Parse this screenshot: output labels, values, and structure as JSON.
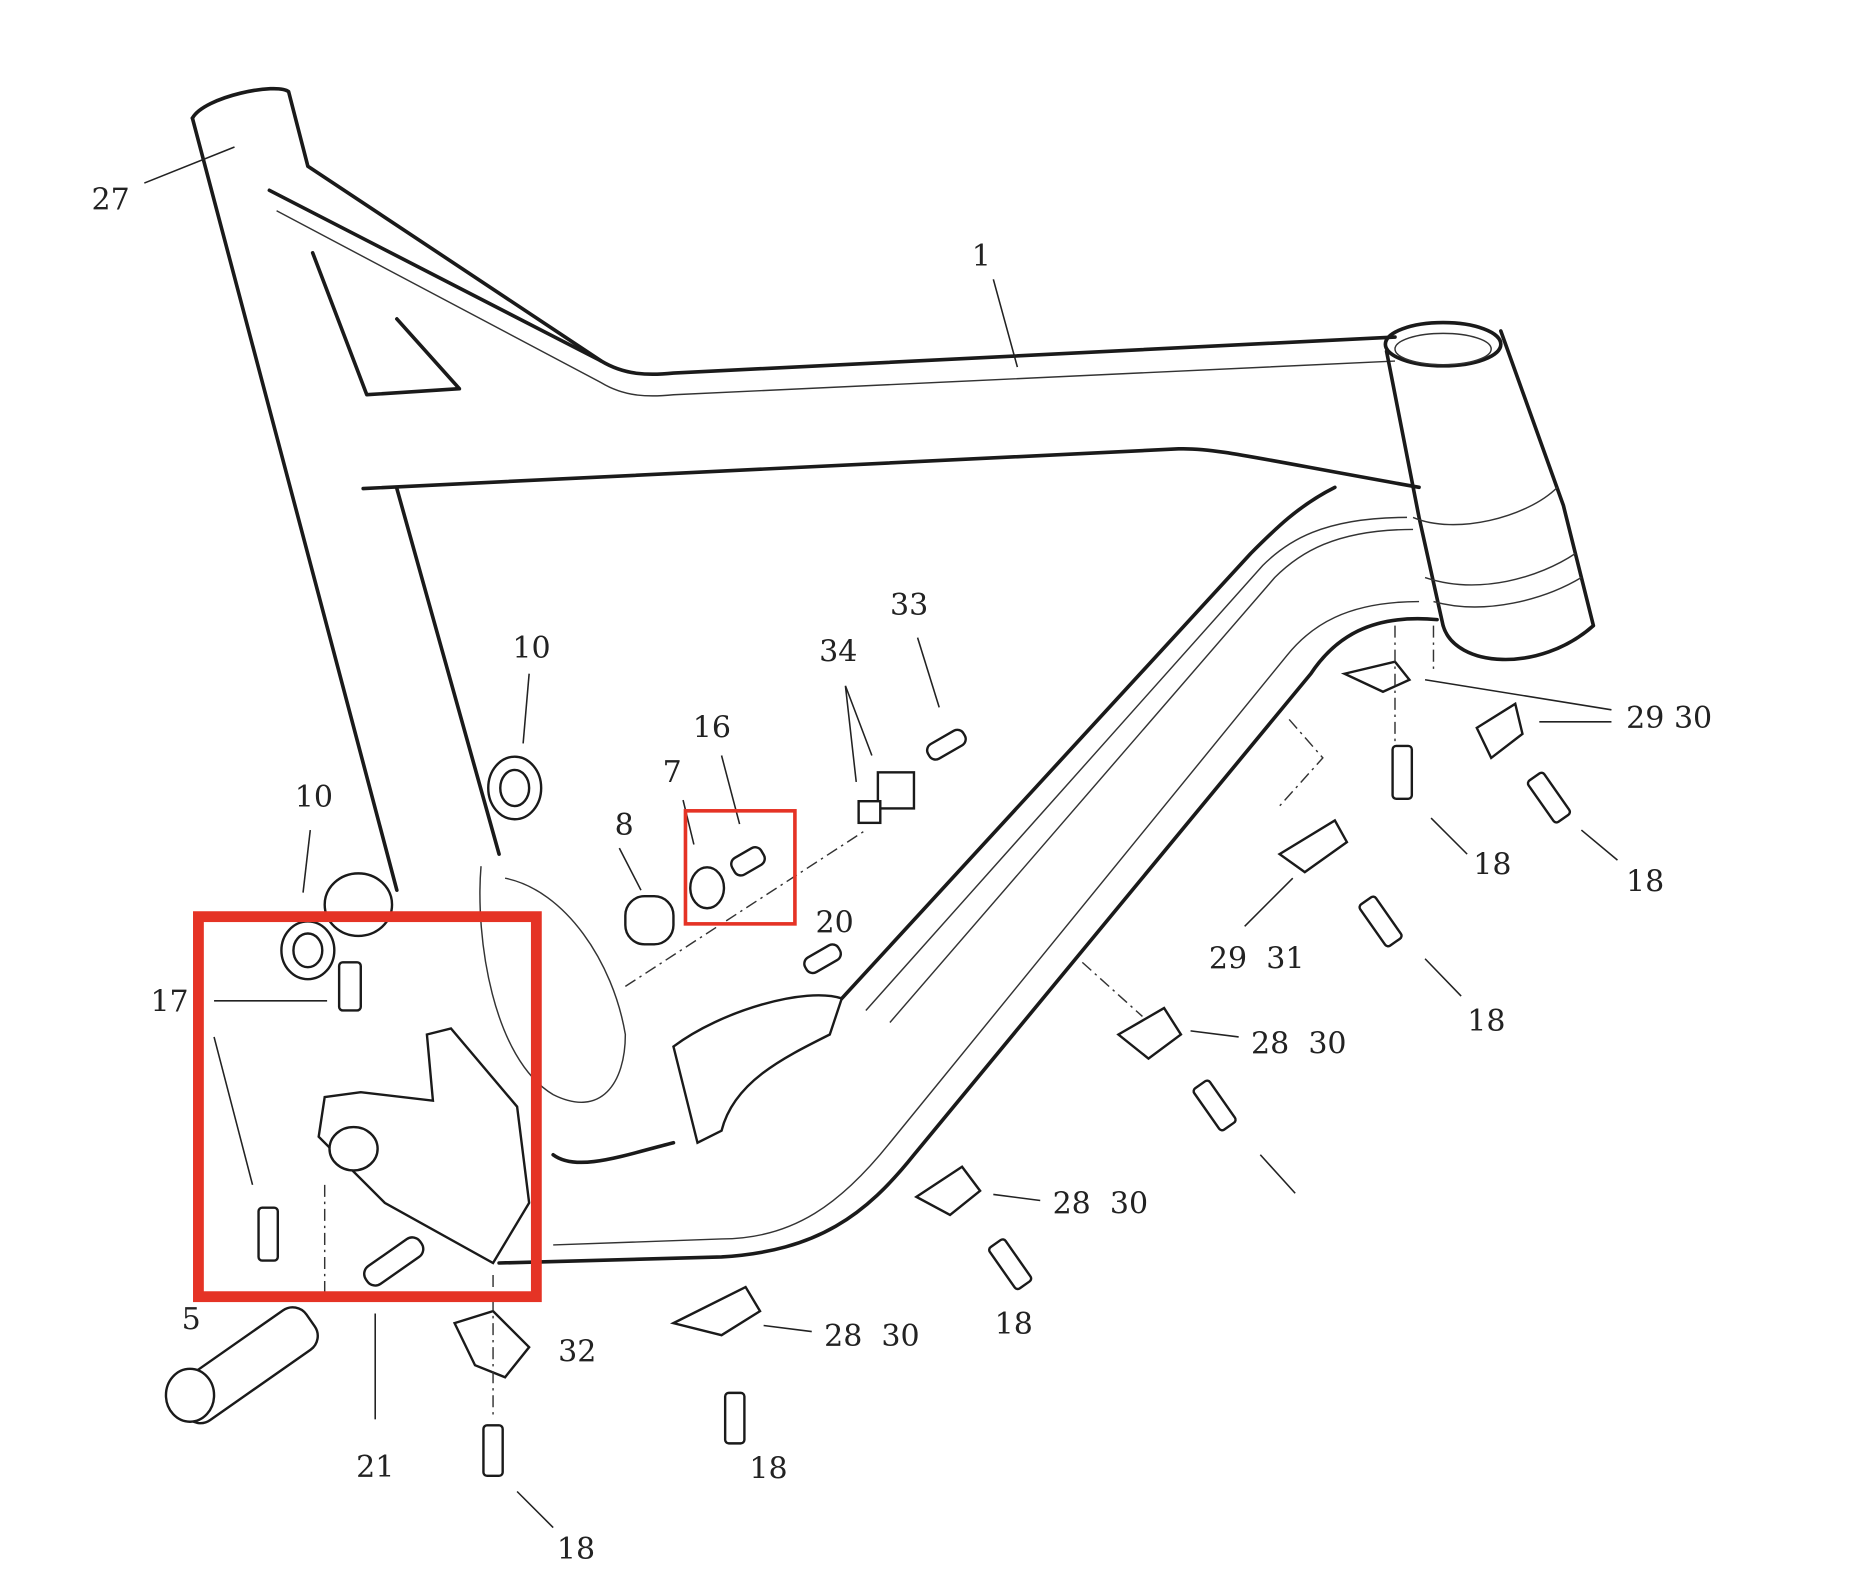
{
  "diagram": {
    "title": "Bicycle frame exploded parts diagram",
    "highlight_color": "#e53325",
    "labels": {
      "frame": "1",
      "seat_tube": "27",
      "l33": "33",
      "l34": "34",
      "l16": "16",
      "l7": "7",
      "l8": "8",
      "l10a": "10",
      "l10b": "10",
      "l20": "20",
      "l17": "17",
      "l5": "5",
      "l21": "21",
      "l32": "32",
      "l18a": "18",
      "l18b": "18",
      "l18c": "18",
      "l18d": "18",
      "l18e": "18",
      "l18f": "18",
      "l2830a": "28  30",
      "l2830b": "28  30",
      "l2830c": "28  30",
      "l2931": "29  31",
      "l2930": "29 30"
    }
  }
}
